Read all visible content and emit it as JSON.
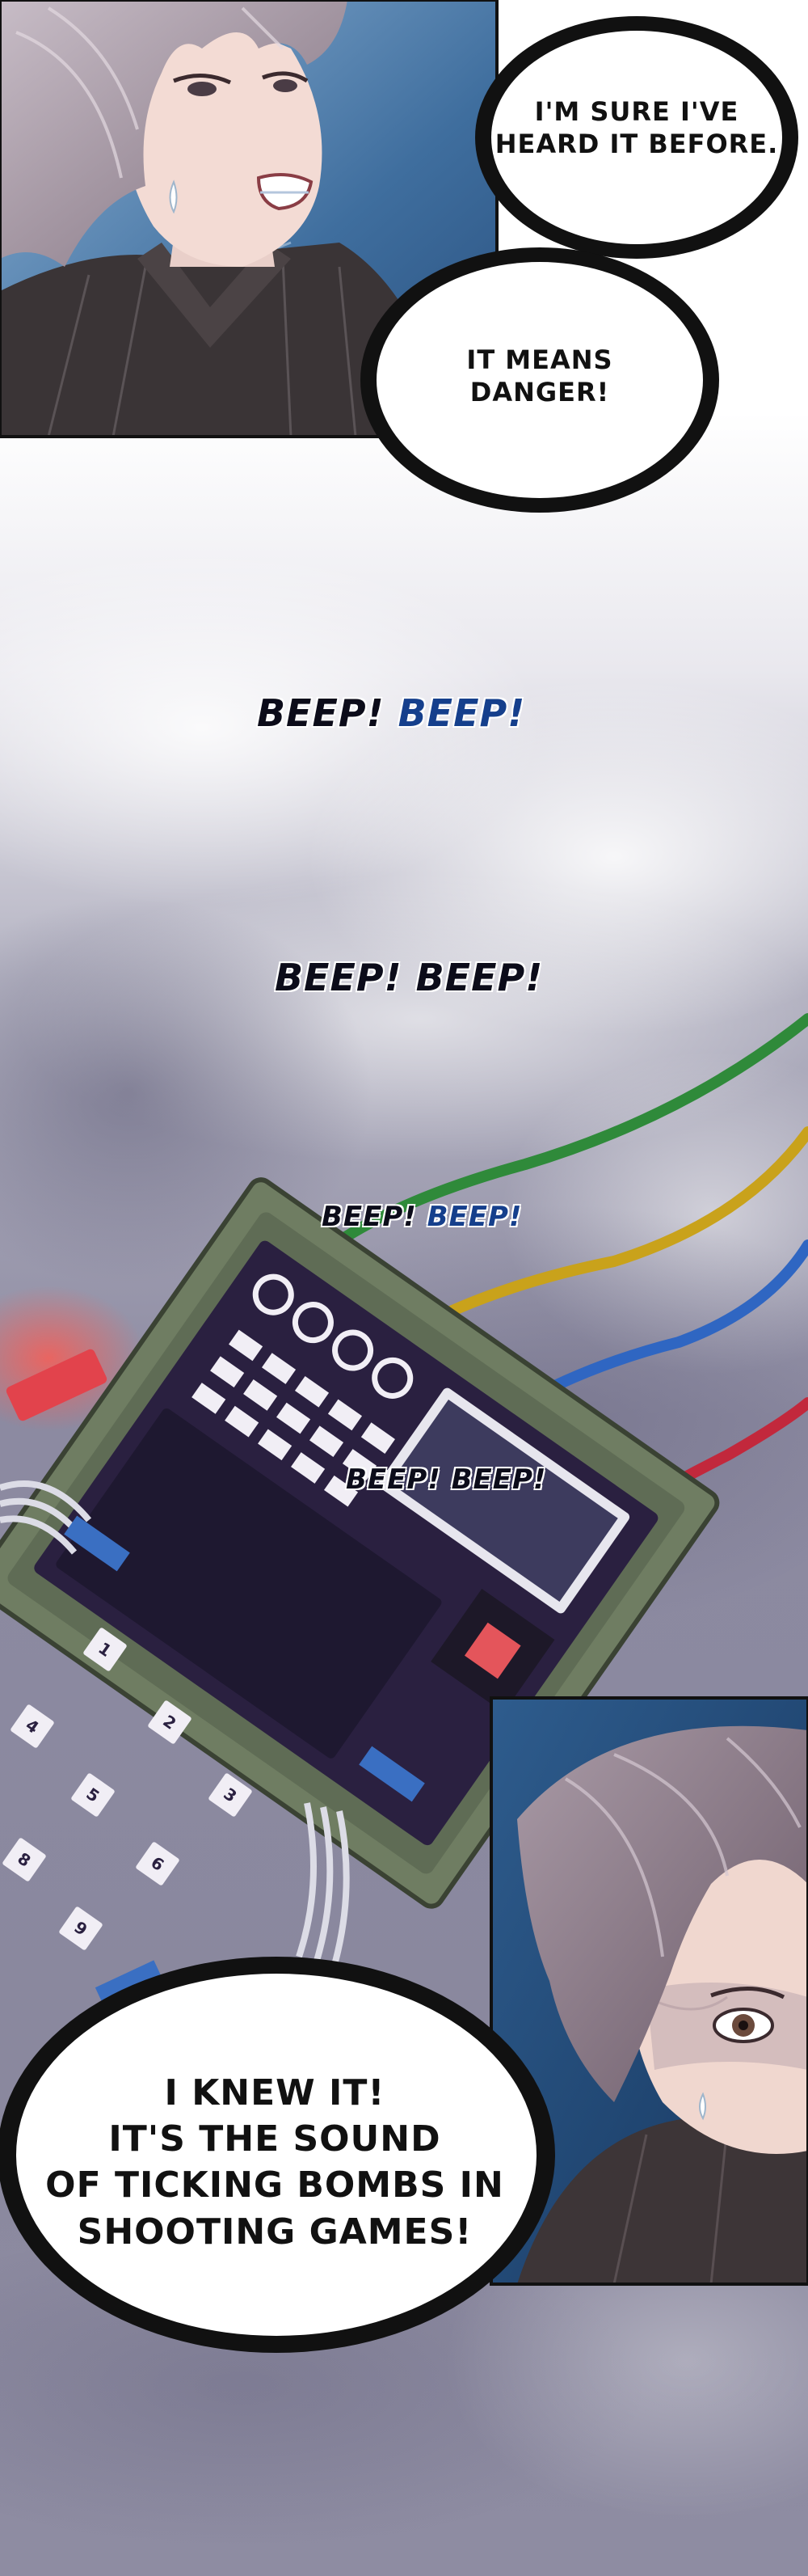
{
  "panel1": {
    "bubble_top": "I'M SURE I'VE\nHEARD IT BEFORE.",
    "bubble_bottom": "IT MEANS\nDANGER!"
  },
  "sfx": [
    {
      "first": "BEEP!",
      "second": "BEEP!"
    },
    {
      "first": "BEEP!",
      "second": "BEEP!"
    },
    {
      "first": "BEEP!",
      "second": "BEEP!"
    },
    {
      "first": "BEEP!",
      "second": "BEEP!"
    }
  ],
  "bomb": {
    "keys": [
      "1",
      "2",
      "3",
      "4",
      "5",
      "6",
      "8",
      "9"
    ],
    "wire_colors": [
      "#2f8a3a",
      "#c9a21b",
      "#2f66c2",
      "#c2283c"
    ]
  },
  "panel3": {
    "bubble": "I KNEW IT!\nIT'S THE SOUND\nOF TICKING BOMBS IN\nSHOOTING GAMES!"
  }
}
